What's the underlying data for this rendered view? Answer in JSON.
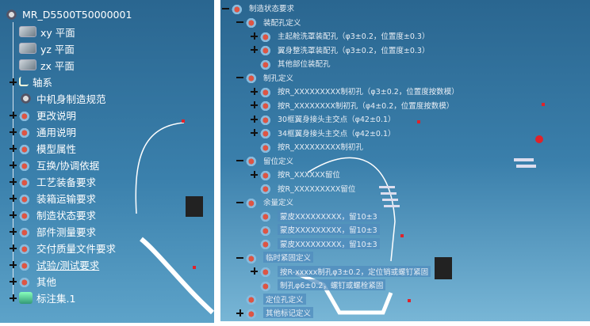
{
  "left_tree": {
    "root": "MR_D5500T50000001",
    "items": [
      {
        "label": "xy 平面",
        "icon": "plane",
        "exp": "none"
      },
      {
        "label": "yz 平面",
        "icon": "plane",
        "exp": "none"
      },
      {
        "label": "zx 平面",
        "icon": "plane",
        "exp": "none"
      },
      {
        "label": "轴系",
        "icon": "axis",
        "exp": "plus"
      },
      {
        "label": "中机身制造规范",
        "icon": "gear",
        "exp": "none"
      },
      {
        "label": "更改说明",
        "icon": "cap",
        "exp": "plus"
      },
      {
        "label": "通用说明",
        "icon": "cap",
        "exp": "plus"
      },
      {
        "label": "模型属性",
        "icon": "cap",
        "exp": "plus"
      },
      {
        "label": "互换/协调依据",
        "icon": "cap",
        "exp": "plus"
      },
      {
        "label": "工艺装备要求",
        "icon": "cap",
        "exp": "plus"
      },
      {
        "label": "装箱运输要求",
        "icon": "cap",
        "exp": "plus"
      },
      {
        "label": "制造状态要求",
        "icon": "cap",
        "exp": "plus"
      },
      {
        "label": "部件测量要求",
        "icon": "cap",
        "exp": "plus"
      },
      {
        "label": "交付质量文件要求",
        "icon": "cap",
        "exp": "plus"
      },
      {
        "label": "试验/测试要求",
        "icon": "cap",
        "exp": "plus",
        "underline": true
      },
      {
        "label": "其他",
        "icon": "cap",
        "exp": "plus"
      },
      {
        "label": "标注集.1",
        "icon": "anno",
        "exp": "plus"
      }
    ]
  },
  "right_tree": {
    "items": [
      {
        "label": "制造状态要求",
        "level": 0,
        "exp": "minus"
      },
      {
        "label": "装配孔定义",
        "level": 1,
        "exp": "minus"
      },
      {
        "label": "主起舱洗罩装配孔（φ3±0.2，位置度±0.3）",
        "level": 2,
        "exp": "plus"
      },
      {
        "label": "翼身整洗罩装配孔（φ3±0.2，位置度±0.3）",
        "level": 2,
        "exp": "plus"
      },
      {
        "label": "其他部位装配孔",
        "level": 2,
        "exp": "none"
      },
      {
        "label": "制孔定义",
        "level": 1,
        "exp": "minus"
      },
      {
        "label": "按R_XXXXXXXXX制初孔（φ3±0.2，位置度按数模）",
        "level": 2,
        "exp": "plus"
      },
      {
        "label": "按R_XXXXXXXX制初孔（φ4±0.2，位置度按数模）",
        "level": 2,
        "exp": "plus"
      },
      {
        "label": "30框翼身接头主交点（φ42±0.1）",
        "level": 2,
        "exp": "plus"
      },
      {
        "label": "34框翼身接头主交点（φ42±0.1）",
        "level": 2,
        "exp": "plus"
      },
      {
        "label": "按R_XXXXXXXXX制初孔",
        "level": 2,
        "exp": "none"
      },
      {
        "label": "留位定义",
        "level": 1,
        "exp": "minus"
      },
      {
        "label": "按R_XXXXXX留位",
        "level": 2,
        "exp": "plus"
      },
      {
        "label": "按R_XXXXXXXXX留位",
        "level": 2,
        "exp": "none"
      },
      {
        "label": "余量定义",
        "level": 1,
        "exp": "minus"
      },
      {
        "label": "蒙皮XXXXXXXXX，留10±3",
        "level": 2,
        "exp": "none",
        "hl": true,
        "icon": "cap"
      },
      {
        "label": "蒙皮XXXXXXXXX，留10±3",
        "level": 2,
        "exp": "none",
        "hl": true,
        "icon": "cap"
      },
      {
        "label": "蒙皮XXXXXXXXX，留10±3",
        "level": 2,
        "exp": "none",
        "hl": true,
        "icon": "cap"
      },
      {
        "label": "临时紧固定义",
        "level": 1,
        "exp": "minus",
        "hl": true
      },
      {
        "label": "按R-xxxxx制孔φ3±0.2，定位销或螺钉紧固",
        "level": 2,
        "exp": "plus",
        "hl": true
      },
      {
        "label": "制孔φ6±0.2，螺钉或螺栓紧固",
        "level": 2,
        "exp": "none",
        "hl": true
      },
      {
        "label": "定位孔定义",
        "level": 1,
        "exp": "none",
        "hl": true
      },
      {
        "label": "其他标记定义",
        "level": 1,
        "exp": "plus",
        "hl": true
      }
    ]
  }
}
